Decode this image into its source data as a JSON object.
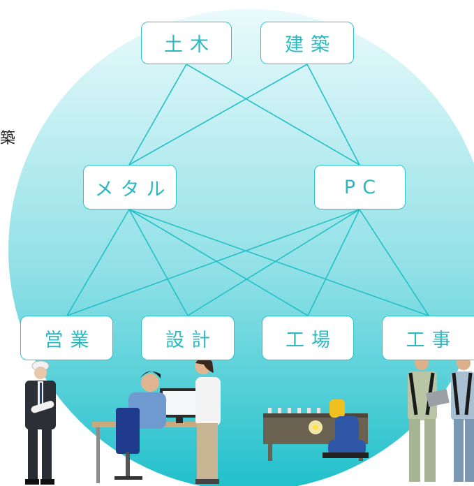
{
  "nodes": {
    "doboku": "土木",
    "kenchiku": "建築",
    "metal": "メタル",
    "pc": "PC",
    "eigyo": "営業",
    "sekkei": "設計",
    "kojo": "工場",
    "koji": "工事"
  },
  "edge_text": "築",
  "colors": {
    "accent": "#2cc3c9",
    "circle_top": "#e6f9fb",
    "circle_bottom": "#22c3cd"
  },
  "illustrations": [
    "sales-worker-icon",
    "designer-office-icon",
    "factory-welder-icon",
    "construction-workers-icon"
  ]
}
